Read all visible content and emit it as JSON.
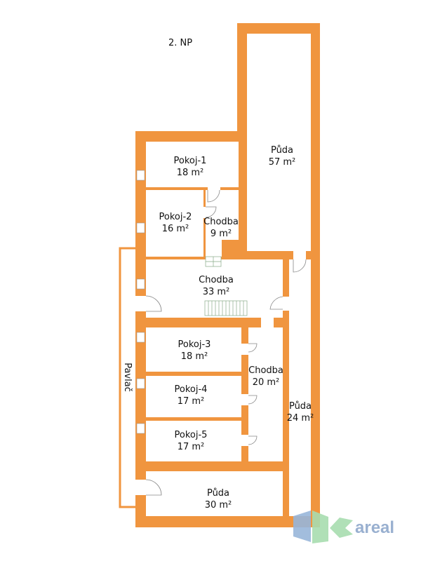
{
  "floor_title": "2. NP",
  "rooms": {
    "puda_57": {
      "name": "Půda",
      "area": "57 m²"
    },
    "pokoj_1": {
      "name": "Pokoj-1",
      "area": "18 m²"
    },
    "pokoj_2": {
      "name": "Pokoj-2",
      "area": "16 m²"
    },
    "chodba_9": {
      "name": "Chodba",
      "area": "9 m²"
    },
    "chodba_33": {
      "name": "Chodba",
      "area": "33 m²"
    },
    "pokoj_3": {
      "name": "Pokoj-3",
      "area": "18 m²"
    },
    "pokoj_4": {
      "name": "Pokoj-4",
      "area": "17 m²"
    },
    "pokoj_5": {
      "name": "Pokoj-5",
      "area": "17 m²"
    },
    "chodba_20": {
      "name": "Chodba",
      "area": "20 m²"
    },
    "puda_24": {
      "name": "Půda",
      "area": "24 m²"
    },
    "puda_30": {
      "name": "Půda",
      "area": "30 m²"
    },
    "pavlac": {
      "name": "Pavlač"
    }
  },
  "logo": {
    "text": "areal"
  },
  "colors": {
    "wall": "#F0953F",
    "logo_text": "#8FA8CC",
    "logo_green": "#A8DDB0",
    "logo_blue": "#98B6DA"
  }
}
